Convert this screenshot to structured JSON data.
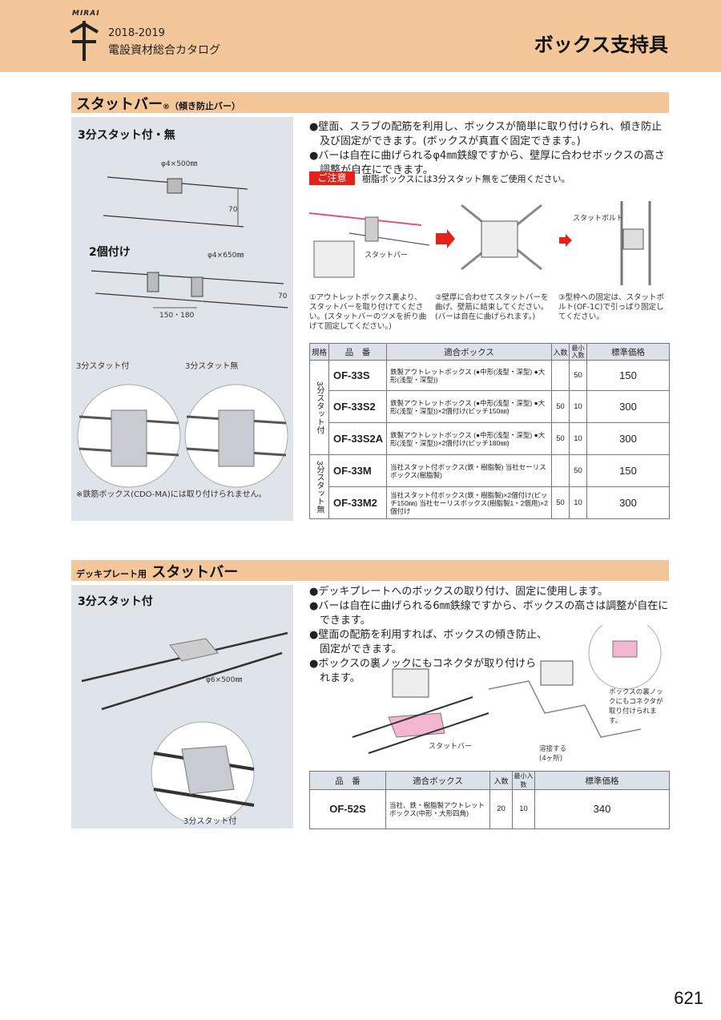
{
  "header": {
    "brand": "MIRAI",
    "year": "2018-2019",
    "catalog": "電設資材総合カタログ",
    "page_title": "ボックス支持具"
  },
  "section1": {
    "title": "スタットバー",
    "reg": "®",
    "subtitle": "（傾き防止バー）",
    "label_no_stud": "3分スタット付・無",
    "label_two": "2個付け",
    "dim_a": "φ4×500㎜",
    "dim_a_h": "70",
    "dim_b": "φ4×650㎜",
    "dim_b_h": "70",
    "dim_b_pitch": "150・180",
    "photo_left": "3分スタット付",
    "photo_right": "3分スタット無",
    "footnote": "※鉄筋ボックス(CDO-MA)には取り付けられません。",
    "bullets": [
      "●壁面、スラブの配筋を利用し、ボックスが簡単に取り付けられ、傾き防止",
      "　及び固定ができます。(ボックスが真直ぐ固定できます。)",
      "●バーは自在に曲げられるφ4㎜鉄線ですから、壁厚に合わせボックスの高さ",
      "　調整が自在にできます。"
    ],
    "note_badge": "ご注意",
    "note_text": "樹脂ボックスには3分スタット無をご使用ください。",
    "diagram_label_bar": "スタットバー",
    "diagram_label_bolt": "スタットボルト",
    "steps": [
      "①アウトレットボックス裏より、スタットバーを取り付けてください。(スタットバーのツメを折り曲げて固定してください。)",
      "②壁厚に合わせてスタットバーを曲げ、壁筋に結束してください。(バーは自在に曲げられます。)",
      "③型枠への固定は、スタットボルト(OF-1C)で引っぱり固定してください。"
    ],
    "table": {
      "headers": [
        "規格",
        "品　番",
        "適合ボックス",
        "入数",
        "最小入数",
        "標準価格"
      ],
      "group_a": "3分スタット付",
      "group_b": "3分スタット無",
      "rows": [
        {
          "code": "OF-33S",
          "box": "鉄製アウトレットボックス (●中形(浅型・深型) ●大形(浅型・深型))",
          "qty": "",
          "min": "50",
          "price": "150"
        },
        {
          "code": "OF-33S2",
          "box": "鉄製アウトレットボックス (●中形(浅型・深型) ●大形(浅型・深型))×2個付け(ピッチ150㎜)",
          "qty": "50",
          "min": "10",
          "price": "300"
        },
        {
          "code": "OF-33S2A",
          "box": "鉄製アウトレットボックス (●中形(浅型・深型) ●大形(浅型・深型))×2個付け(ピッチ180㎜)",
          "qty": "50",
          "min": "10",
          "price": "300"
        },
        {
          "code": "OF-33M",
          "box": "当社スタット付ボックス(鉄・樹脂製) 当社セーリスボックス(樹脂製)",
          "qty": "",
          "min": "50",
          "price": "150"
        },
        {
          "code": "OF-33M2",
          "box": "当社スタット付ボックス(鉄・樹脂製)×2個付け(ピッチ150㎜) 当社セーリスボックス(樹脂製1・2個用)×2個付け",
          "qty": "50",
          "min": "10",
          "price": "300"
        }
      ]
    }
  },
  "section2": {
    "title_prefix": "デッキプレート用",
    "title": "スタットバー",
    "label": "3分スタット付",
    "dim": "φ6×500㎜",
    "photo_label": "3分スタット付",
    "bullets": [
      "●デッキプレートへのボックスの取り付け、固定に使用します。",
      "●バーは自在に曲げられる6㎜鉄線ですから、ボックスの高さは調整が自在に",
      "　できます。",
      "●壁面の配筋を利用すれば、ボックスの傾き防止、",
      "　固定ができます。",
      "●ボックスの裏ノックにもコネクタが取り付けら",
      "　れます。"
    ],
    "diagram_label_bar": "スタットバー",
    "diagram_label_weld": "溶接する(4ヶ所)",
    "diagram_label_knock": "ボックスの裏ノックにもコネクタが取り付けられます。",
    "table": {
      "headers": [
        "品　番",
        "適合ボックス",
        "入数",
        "最小入数",
        "標準価格"
      ],
      "rows": [
        {
          "code": "OF-52S",
          "box": "当社、鉄・樹脂製アウトレットボックス(中形・大形四角)",
          "qty": "20",
          "min": "10",
          "price": "340"
        }
      ]
    }
  },
  "page_number": "621"
}
